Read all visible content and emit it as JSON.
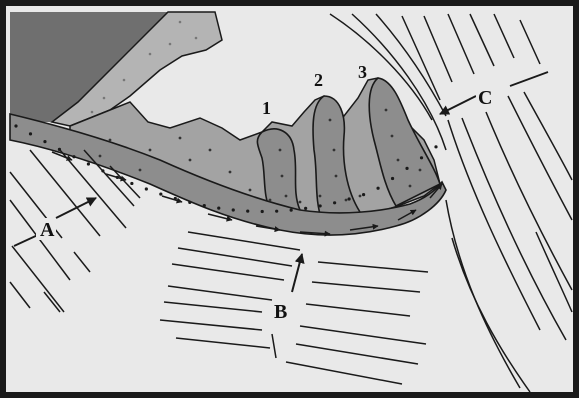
{
  "labels": {
    "fold_1": "1",
    "fold_2": "2",
    "fold_3": "3",
    "zone_a": "A",
    "zone_b": "B",
    "zone_c": "C"
  },
  "colors": {
    "background": "#e9e9e9",
    "frame": "#1a1a1a",
    "dark_block": "#6f6f6f",
    "light_unit": "#b4b4b4",
    "medium_unit": "#a3a3a3",
    "dark_band": "#8d8d8d",
    "line": "#1a1a1a"
  }
}
